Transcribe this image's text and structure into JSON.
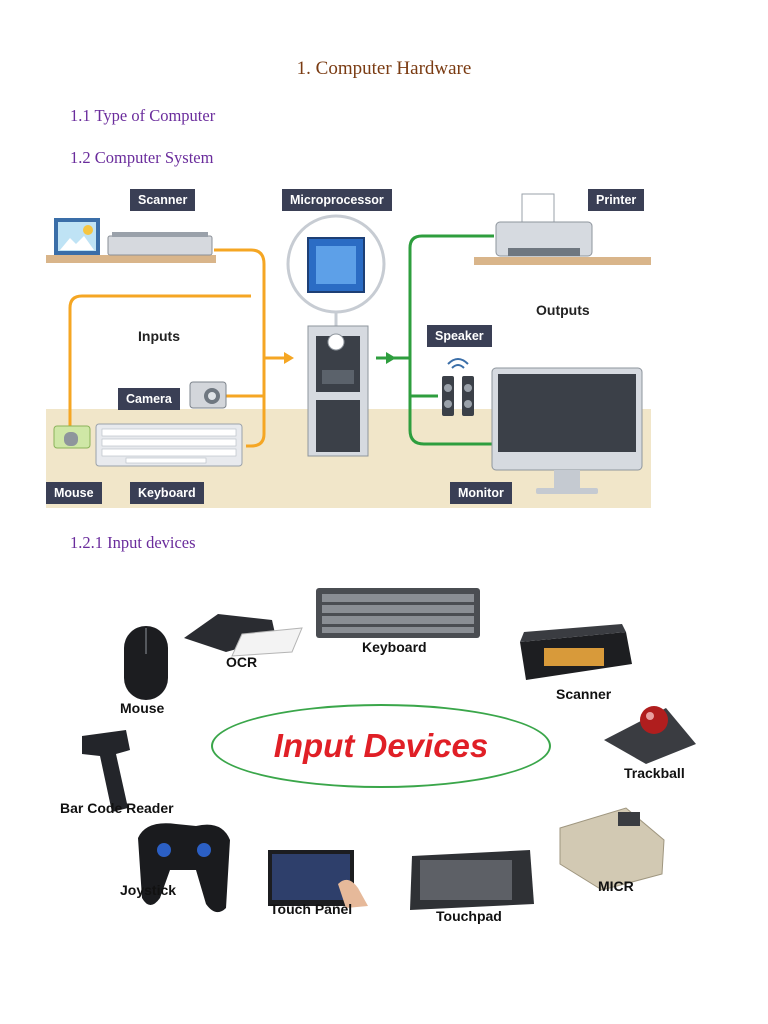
{
  "document": {
    "heading": "1.  Computer Hardware",
    "section_1_1": "1.1 Type of Computer",
    "section_1_2": "1.2 Computer System",
    "section_1_2_1": "1.2.1  Input devices"
  },
  "computer_system": {
    "callouts": {
      "scanner": "Scanner",
      "microprocessor": "Microprocessor",
      "printer": "Printer",
      "speaker": "Speaker",
      "camera": "Camera",
      "mouse": "Mouse",
      "keyboard": "Keyboard",
      "monitor": "Monitor"
    },
    "inputs_label": "Inputs",
    "outputs_label": "Outputs",
    "colors": {
      "input_line": "#f5a623",
      "output_line": "#2e9e3e",
      "desk": "#f1e6c9",
      "callout": "#3a3f55"
    }
  },
  "input_devices": {
    "title": "Input Devices",
    "items": {
      "mouse": "Mouse",
      "ocr": "OCR",
      "keyboard": "Keyboard",
      "scanner": "Scanner",
      "trackball": "Trackball",
      "barcode": "Bar Code Reader",
      "joystick": "Joystick",
      "touch_panel": "Touch Panel",
      "touchpad": "Touchpad",
      "micr": "MICR"
    },
    "colors": {
      "title": "#e01f26",
      "ellipse": "#3aa64a"
    }
  }
}
